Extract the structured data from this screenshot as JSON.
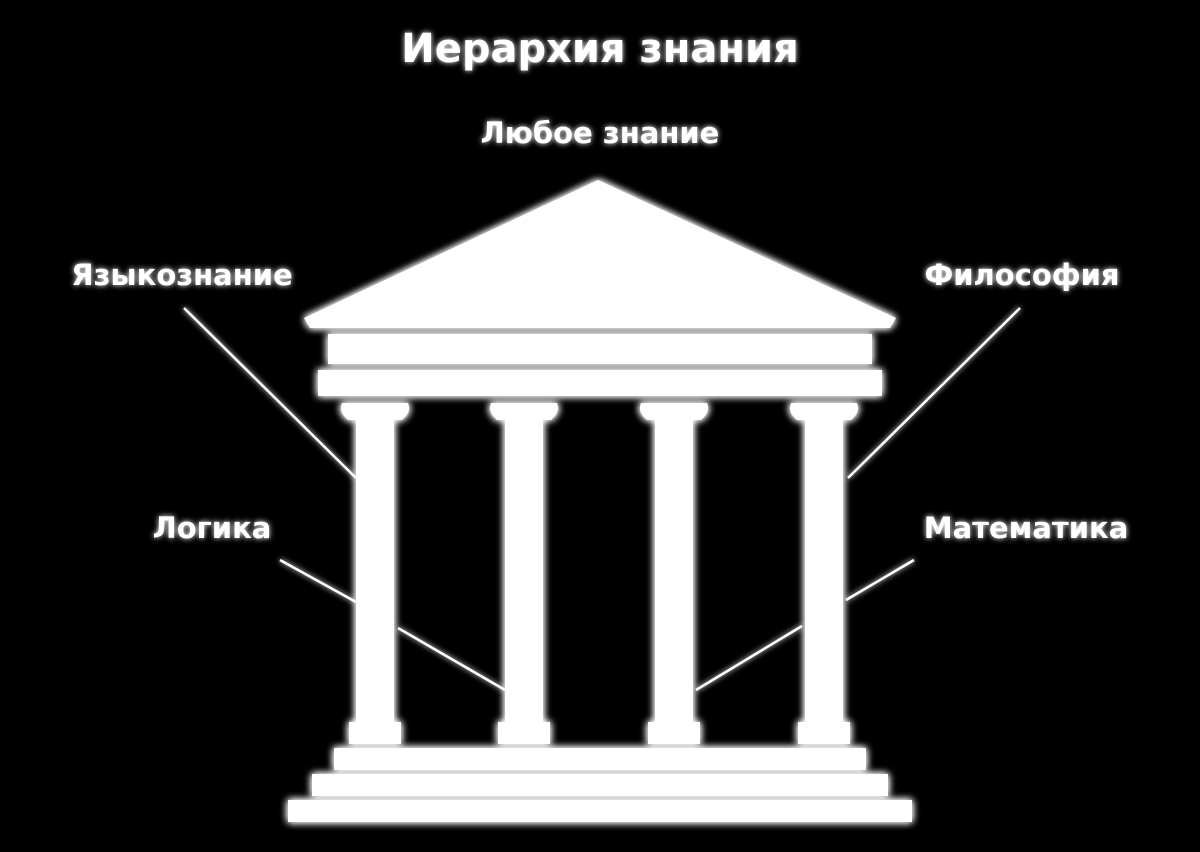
{
  "title": "Иерархия знания",
  "labels": {
    "top": "Любое знание",
    "left_upper": "Языкознание",
    "right_upper": "Философия",
    "left_lower": "Логика",
    "right_lower": "Математика"
  },
  "colors": {
    "background": "#000000",
    "foreground": "#ffffff",
    "glow": "#ffffff"
  }
}
